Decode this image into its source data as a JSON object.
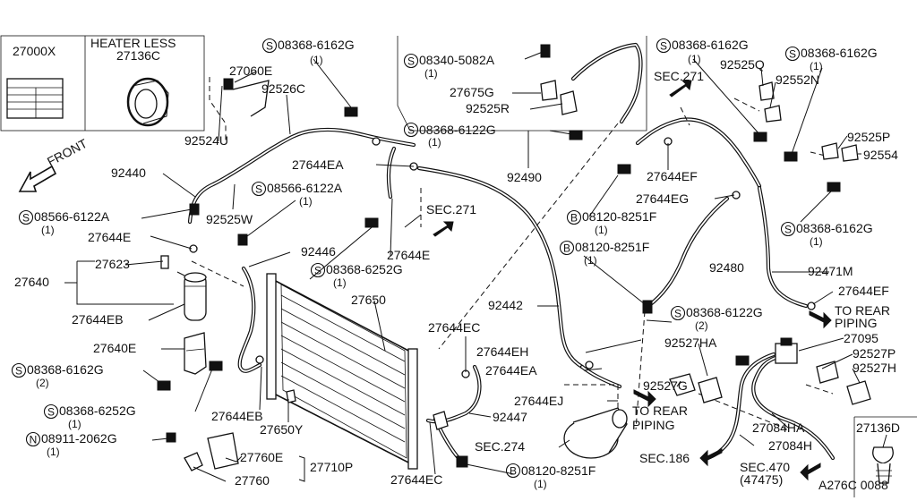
{
  "labels": {
    "l01": "27000X",
    "l02": "HEATER LESS",
    "l03": "27136C",
    "l04": "27060E",
    "l05": "92526C",
    "l06": "92524U",
    "l07": "08368-6162G",
    "l08": "(1)",
    "l09": "08340-5082A",
    "l10": "(1)",
    "l11": "27675G",
    "l12": "92525R",
    "l13": "08368-6122G",
    "l14": "(1)",
    "l15": "92490",
    "l16": "08368-6162G",
    "l17": "(1)",
    "l18": "92525Q",
    "l19": "08368-6162G",
    "l20": "(1)",
    "l21": "92552N",
    "l22": "SEC.271",
    "l23": "FRONT",
    "l24": "92440",
    "l25": "27644EA",
    "l26": "27644EF",
    "l27": "92525P",
    "l28": "92554",
    "l29": "08566-6122A",
    "l30": "(1)",
    "l31": "92525W",
    "l32": "08566-6122A",
    "l33": "(1)",
    "l34": "SEC.271",
    "l35": "27644EG",
    "l36": "08120-8251F",
    "l37": "(1)",
    "l38": "08368-6162G",
    "l39": "(1)",
    "l40": "27644E",
    "l41": "92446",
    "l42": "27644E",
    "l43": "27623",
    "l44": "08368-6252G",
    "l45": "(1)",
    "l46": "08120-8251F",
    "l47": "(1)",
    "l48": "92480",
    "l49": "92471M",
    "l50": "27640",
    "l51": "27650",
    "l52": "27644EF",
    "l53": "92442",
    "l54": "08368-6122G",
    "l55": "(2)",
    "l56": "TO REAR",
    "l57": "PIPING",
    "l58": "27644EB",
    "l59": "27644EC",
    "l60": "92527HA",
    "l61": "27095",
    "l62": "27640E",
    "l63": "27644EH",
    "l64": "92527P",
    "l65": "92527H",
    "l66": "08368-6162G",
    "l67": "(2)",
    "l68": "27644EA",
    "l69": "92527G",
    "l70": "27644EJ",
    "l71": "TO REAR",
    "l72": "PIPING",
    "l73": "08368-6252G",
    "l74": "(1)",
    "l75": "27644EB",
    "l76": "92447",
    "l77": "27084HA",
    "l78": "27136D",
    "l79": "27650Y",
    "l80": "08911-2062G",
    "l81": "(1)",
    "l82": "SEC.274",
    "l83": "27084H",
    "l84": "27760E",
    "l85": "27710P",
    "l86": "SEC.186",
    "l87": "SEC.470",
    "l88": "(47475)",
    "l89": "27760",
    "l90": "27644EC",
    "l91": "08120-8251F",
    "l92": "(1)",
    "l93": "A276C 0088"
  },
  "symbols": {
    "s": "S",
    "b": "B",
    "n": "N"
  }
}
